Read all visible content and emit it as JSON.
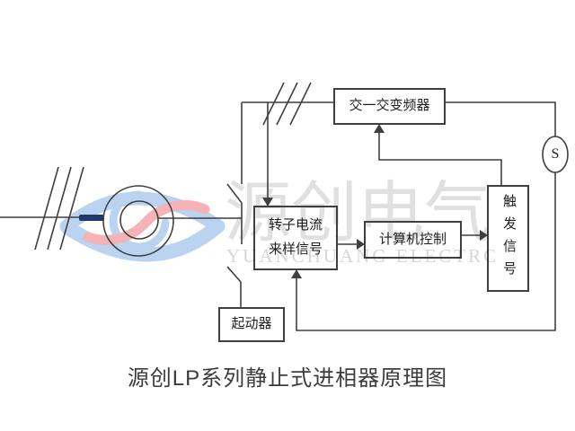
{
  "diagram": {
    "caption": "源创LP系列静止式进相器原理图",
    "converter_label": "交一交变频器",
    "rotor_sampling_line1": "转子电流",
    "rotor_sampling_line2": "来样信号",
    "computer_label": "计算机控制",
    "trigger_label": "触发信号",
    "starter_label": "起动器",
    "slip_ring_label": "S"
  },
  "watermark": {
    "brand_cn": "源创电气",
    "brand_en": "YUANCHUANG ELECTRC"
  },
  "colors": {
    "logo_blue": "#b9d3f0",
    "logo_pink": "#f3b3b7",
    "logo_navy": "#1d3a6b",
    "line": "#3f3f3f"
  }
}
